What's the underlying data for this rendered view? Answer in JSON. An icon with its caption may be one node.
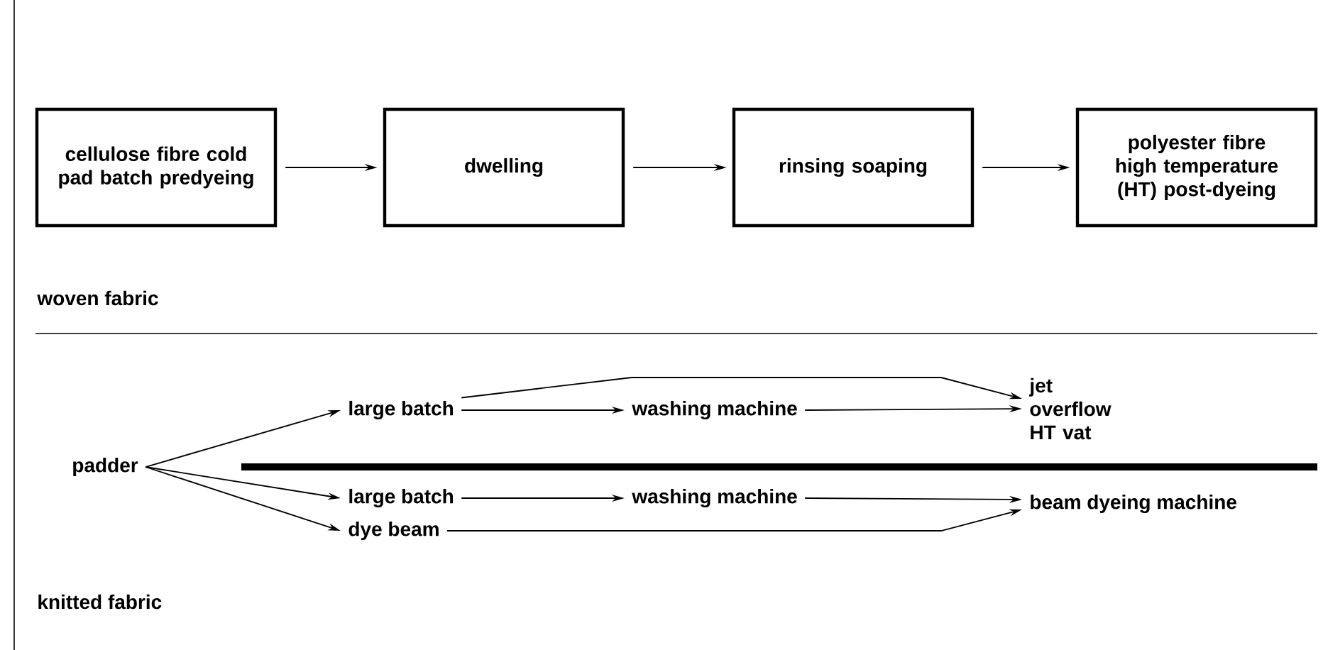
{
  "diagram": {
    "nodes": [
      {
        "text": [
          "cellulose fibre cold pad batch predyeing"
        ]
      },
      {
        "text": [
          "dwelling"
        ]
      },
      {
        "text": [
          "rinsing soaping"
        ]
      },
      {
        "text": [
          "polyester fibre high temperature (HT) post-dyeing"
        ]
      },
      {
        "text": [
          "padder"
        ]
      },
      {
        "text": [
          "large batch"
        ]
      },
      {
        "text": [
          "washing machine"
        ]
      },
      {
        "text": [
          "jet overflow HT vat"
        ]
      },
      {
        "text": [
          "large batch"
        ]
      },
      {
        "text": [
          "washing machine"
        ]
      },
      {
        "text": [
          "dye beam"
        ]
      },
      {
        "text": [
          "beam dyeing machine"
        ]
      }
    ],
    "edges": [
      {
        "from": 0,
        "to": 1,
        "arrow": "to"
      },
      {
        "from": 1,
        "to": 2,
        "arrow": "to"
      },
      {
        "from": 2,
        "to": 3,
        "arrow": "to"
      },
      {
        "from": 4,
        "to": 5,
        "arrow": "to"
      },
      {
        "from": 5,
        "to": 6,
        "arrow": "to"
      },
      {
        "from": 6,
        "to": 7,
        "arrow": "to"
      },
      {
        "from": 5,
        "to": 7,
        "arrow": "to"
      },
      {
        "from": 4,
        "to": 8,
        "arrow": "to"
      },
      {
        "from": 4,
        "to": 10,
        "arrow": "to"
      },
      {
        "from": 8,
        "to": 9,
        "arrow": "to"
      },
      {
        "from": 9,
        "to": 11,
        "arrow": "to"
      },
      {
        "from": 10,
        "to": 11,
        "arrow": "to"
      }
    ],
    "labels": [
      "woven fabric",
      "knitted fabric"
    ]
  }
}
